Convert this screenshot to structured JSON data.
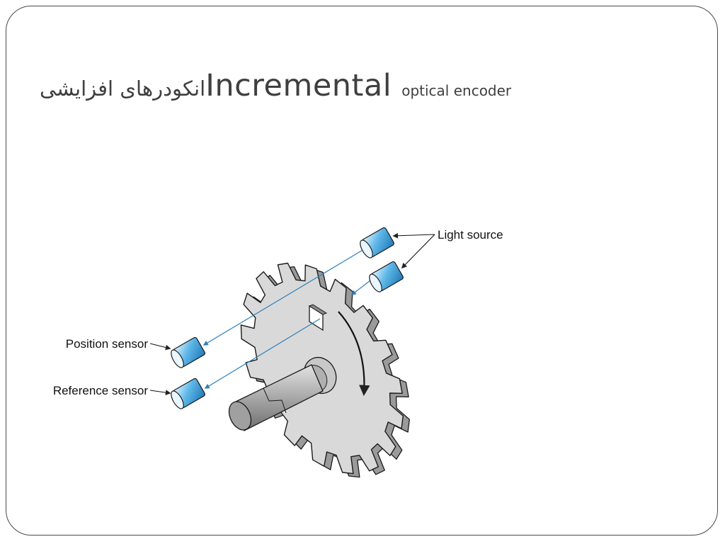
{
  "slide": {
    "title": {
      "persian": "انکودرهای افزایشی",
      "main": "Incremental",
      "sub": "optical encoder"
    }
  },
  "diagram": {
    "labels": {
      "light_source": "Light source",
      "position_sensor": "Position sensor",
      "reference_sensor": "Reference sensor"
    },
    "colors": {
      "disk": "#d9d9d9",
      "disk_edge": "#1a1a1a",
      "shaft": "#b5b5b5",
      "component": "#3fa3d9",
      "beam": "#3a93c9"
    }
  }
}
